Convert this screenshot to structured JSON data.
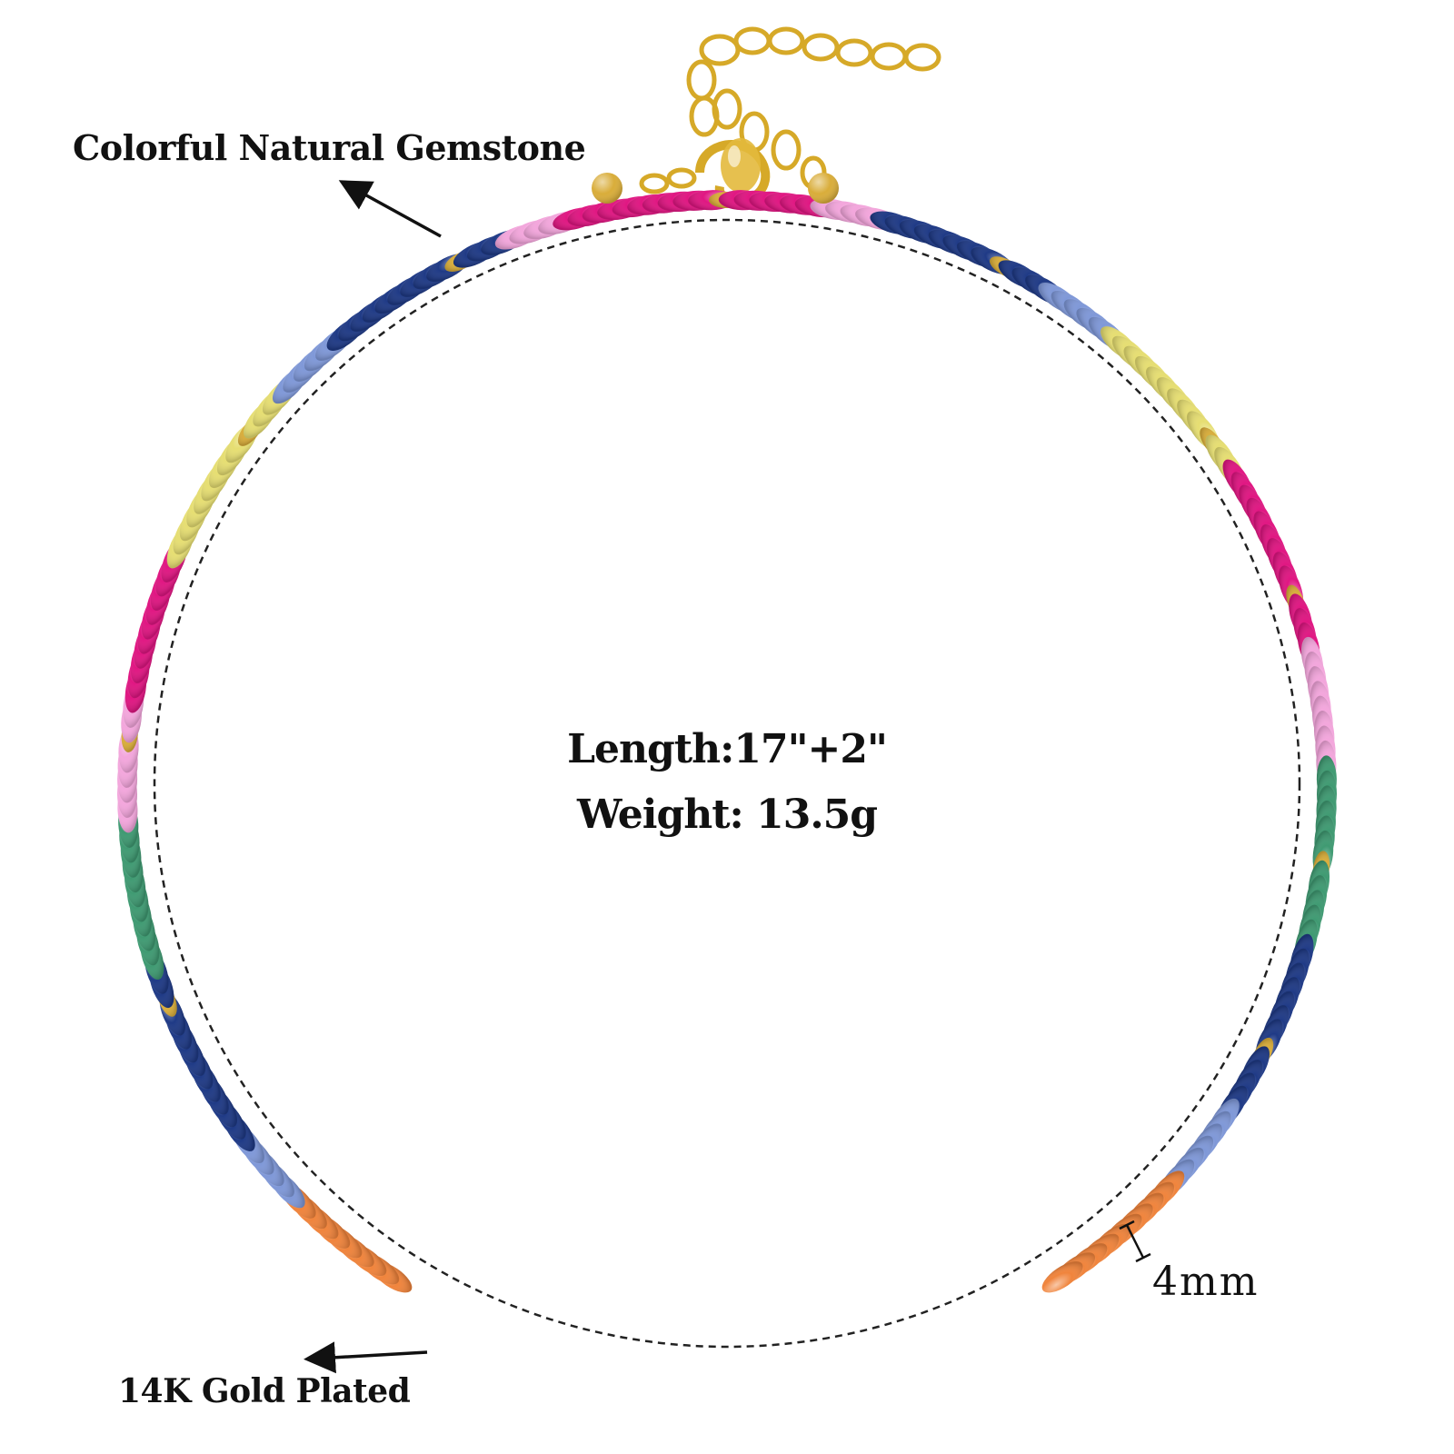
{
  "labels": {
    "gemstone": "Colorful Natural Gemstone",
    "gold_plated": "14K Gold Plated",
    "bead_size": "4mm"
  },
  "specs": {
    "length": "Length:17\"+2\"",
    "weight": "Weight: 13.5g"
  },
  "colors": {
    "orange": "#f0843c",
    "light_blue": "#7f98d8",
    "navy": "#1f3a86",
    "green": "#3f9a72",
    "pink": "#f3a6dc",
    "magenta": "#e01682",
    "yellow": "#e6de72",
    "gold": "#d9ad3a",
    "text": "#111111"
  },
  "icons": [
    "arrow-icon",
    "necklace-illustration",
    "lobster-clasp-icon",
    "extender-chain-icon"
  ]
}
